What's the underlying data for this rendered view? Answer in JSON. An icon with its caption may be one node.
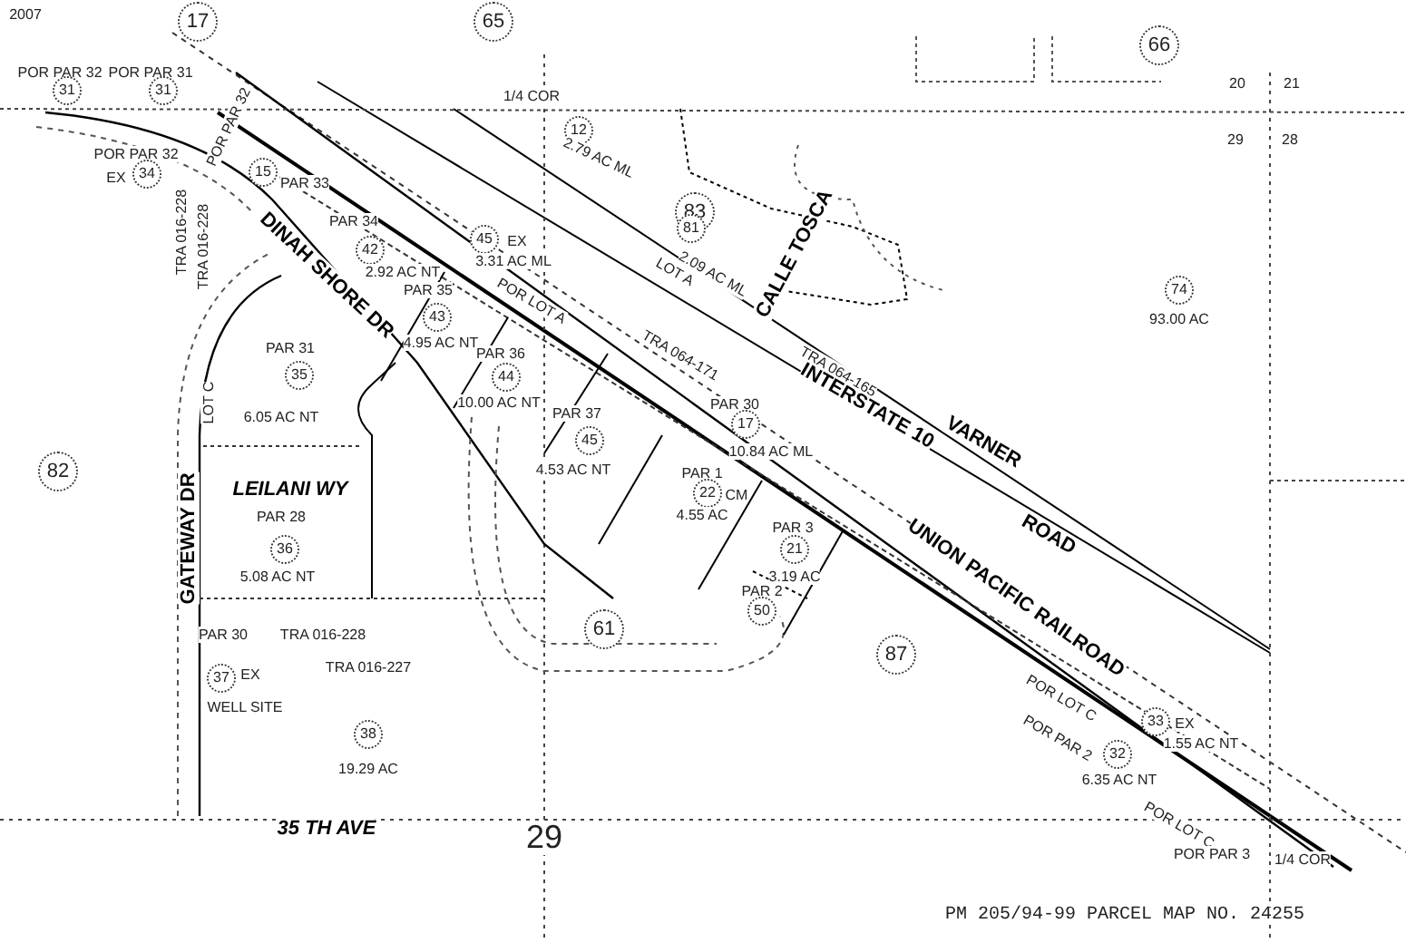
{
  "diagram": {
    "labels": [
      "2007",
      "POR PAR 32",
      "31",
      "POR PAR 31",
      "31",
      "17",
      "65",
      "66",
      "20",
      "21",
      "1/4 COR",
      "29",
      "28",
      "12",
      "2.79 AC ML",
      "POR PAR 32",
      "EX",
      "34",
      "POR PAR 32",
      "TRA 016-228",
      "TRA 016-228",
      "15",
      "PAR 33",
      "83",
      "PAR 34",
      "42",
      "81",
      "LOT A",
      "2.09 AC ML",
      "CALLE TOSCA",
      "45",
      "EX",
      "3.31 AC ML",
      "2.92 AC NT",
      "DINAH SHORE DR",
      "PAR 35",
      "74",
      "POR LOT A",
      "43",
      "93.00 AC",
      "4.95 AC NT",
      "PAR 31",
      "PAR 36",
      "TRA 064-171",
      "TRA 064-165",
      "35",
      "44",
      "10.00 AC NT",
      "PAR 37",
      "PAR 30",
      "INTERSTATE 10",
      "6.05 AC NT",
      "17",
      "VARNER",
      "45",
      "10.84 AC ML",
      "LOT C",
      "4.53 AC NT",
      "82",
      "PAR 1",
      "LEILANI WY",
      "22",
      "CM",
      "GATEWAY DR",
      "PAR 28",
      "4.55 AC",
      "PAR 3",
      "ROAD",
      "36",
      "21",
      "5.08 AC NT",
      "3.19 AC",
      "PAR 2",
      "UNION PACIFIC RAILROAD",
      "50",
      "PAR 30",
      "TRA 016-228",
      "61",
      "87",
      "37",
      "EX",
      "TRA 016-227",
      "POR LOT C",
      "WELL SITE",
      "33",
      "EX",
      "POR PAR 2",
      "1.55 AC NT",
      "38",
      "32",
      "6.35 AC NT",
      "19.29 AC",
      "POR LOT C",
      "35 TH AVE",
      "29",
      "POR PAR 3",
      "1/4 COR",
      "PM 205/94-99 PARCEL MAP NO. 24255"
    ]
  }
}
